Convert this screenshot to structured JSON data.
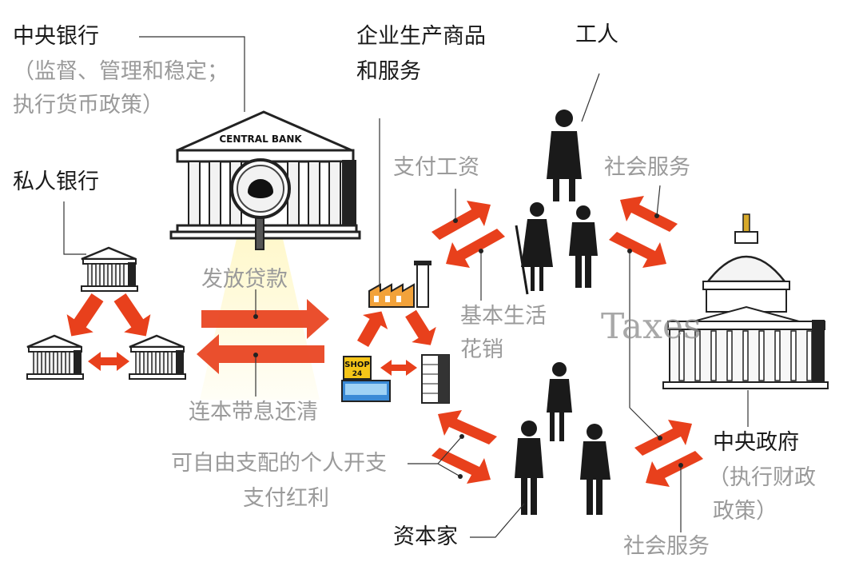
{
  "labels": {
    "central_bank_title": "中央银行",
    "central_bank_desc_1": "（监督、管理和稳定；",
    "central_bank_desc_2": "执行货币政策）",
    "enterprise_1": "企业生产商品",
    "enterprise_2": "和服务",
    "workers": "工人",
    "private_banks": "私人银行",
    "pay_wages": "支付工资",
    "social_services_top": "社会服务",
    "issue_loans": "发放贷款",
    "basic_living_1": "基本生活",
    "basic_living_2": "花销",
    "watermark": "Taxes",
    "repay": "连本带息还清",
    "disposable_spending": "可自由支配的个人开支",
    "pay_dividends": "支付红利",
    "capitalists": "资本家",
    "government_title": "中央政府",
    "government_desc_1": "（执行财政",
    "government_desc_2": "政策）",
    "social_services_bottom": "社会服务",
    "central_bank_sign": "CENTRAL BANK",
    "shop_sign_1": "SHOP",
    "shop_sign_2": "24"
  },
  "colors": {
    "arrow_red": "#e8401c",
    "beam_yellow": "#fff3a8",
    "silhouette": "#1a1a1a",
    "label_grey": "#9a9a9a"
  }
}
